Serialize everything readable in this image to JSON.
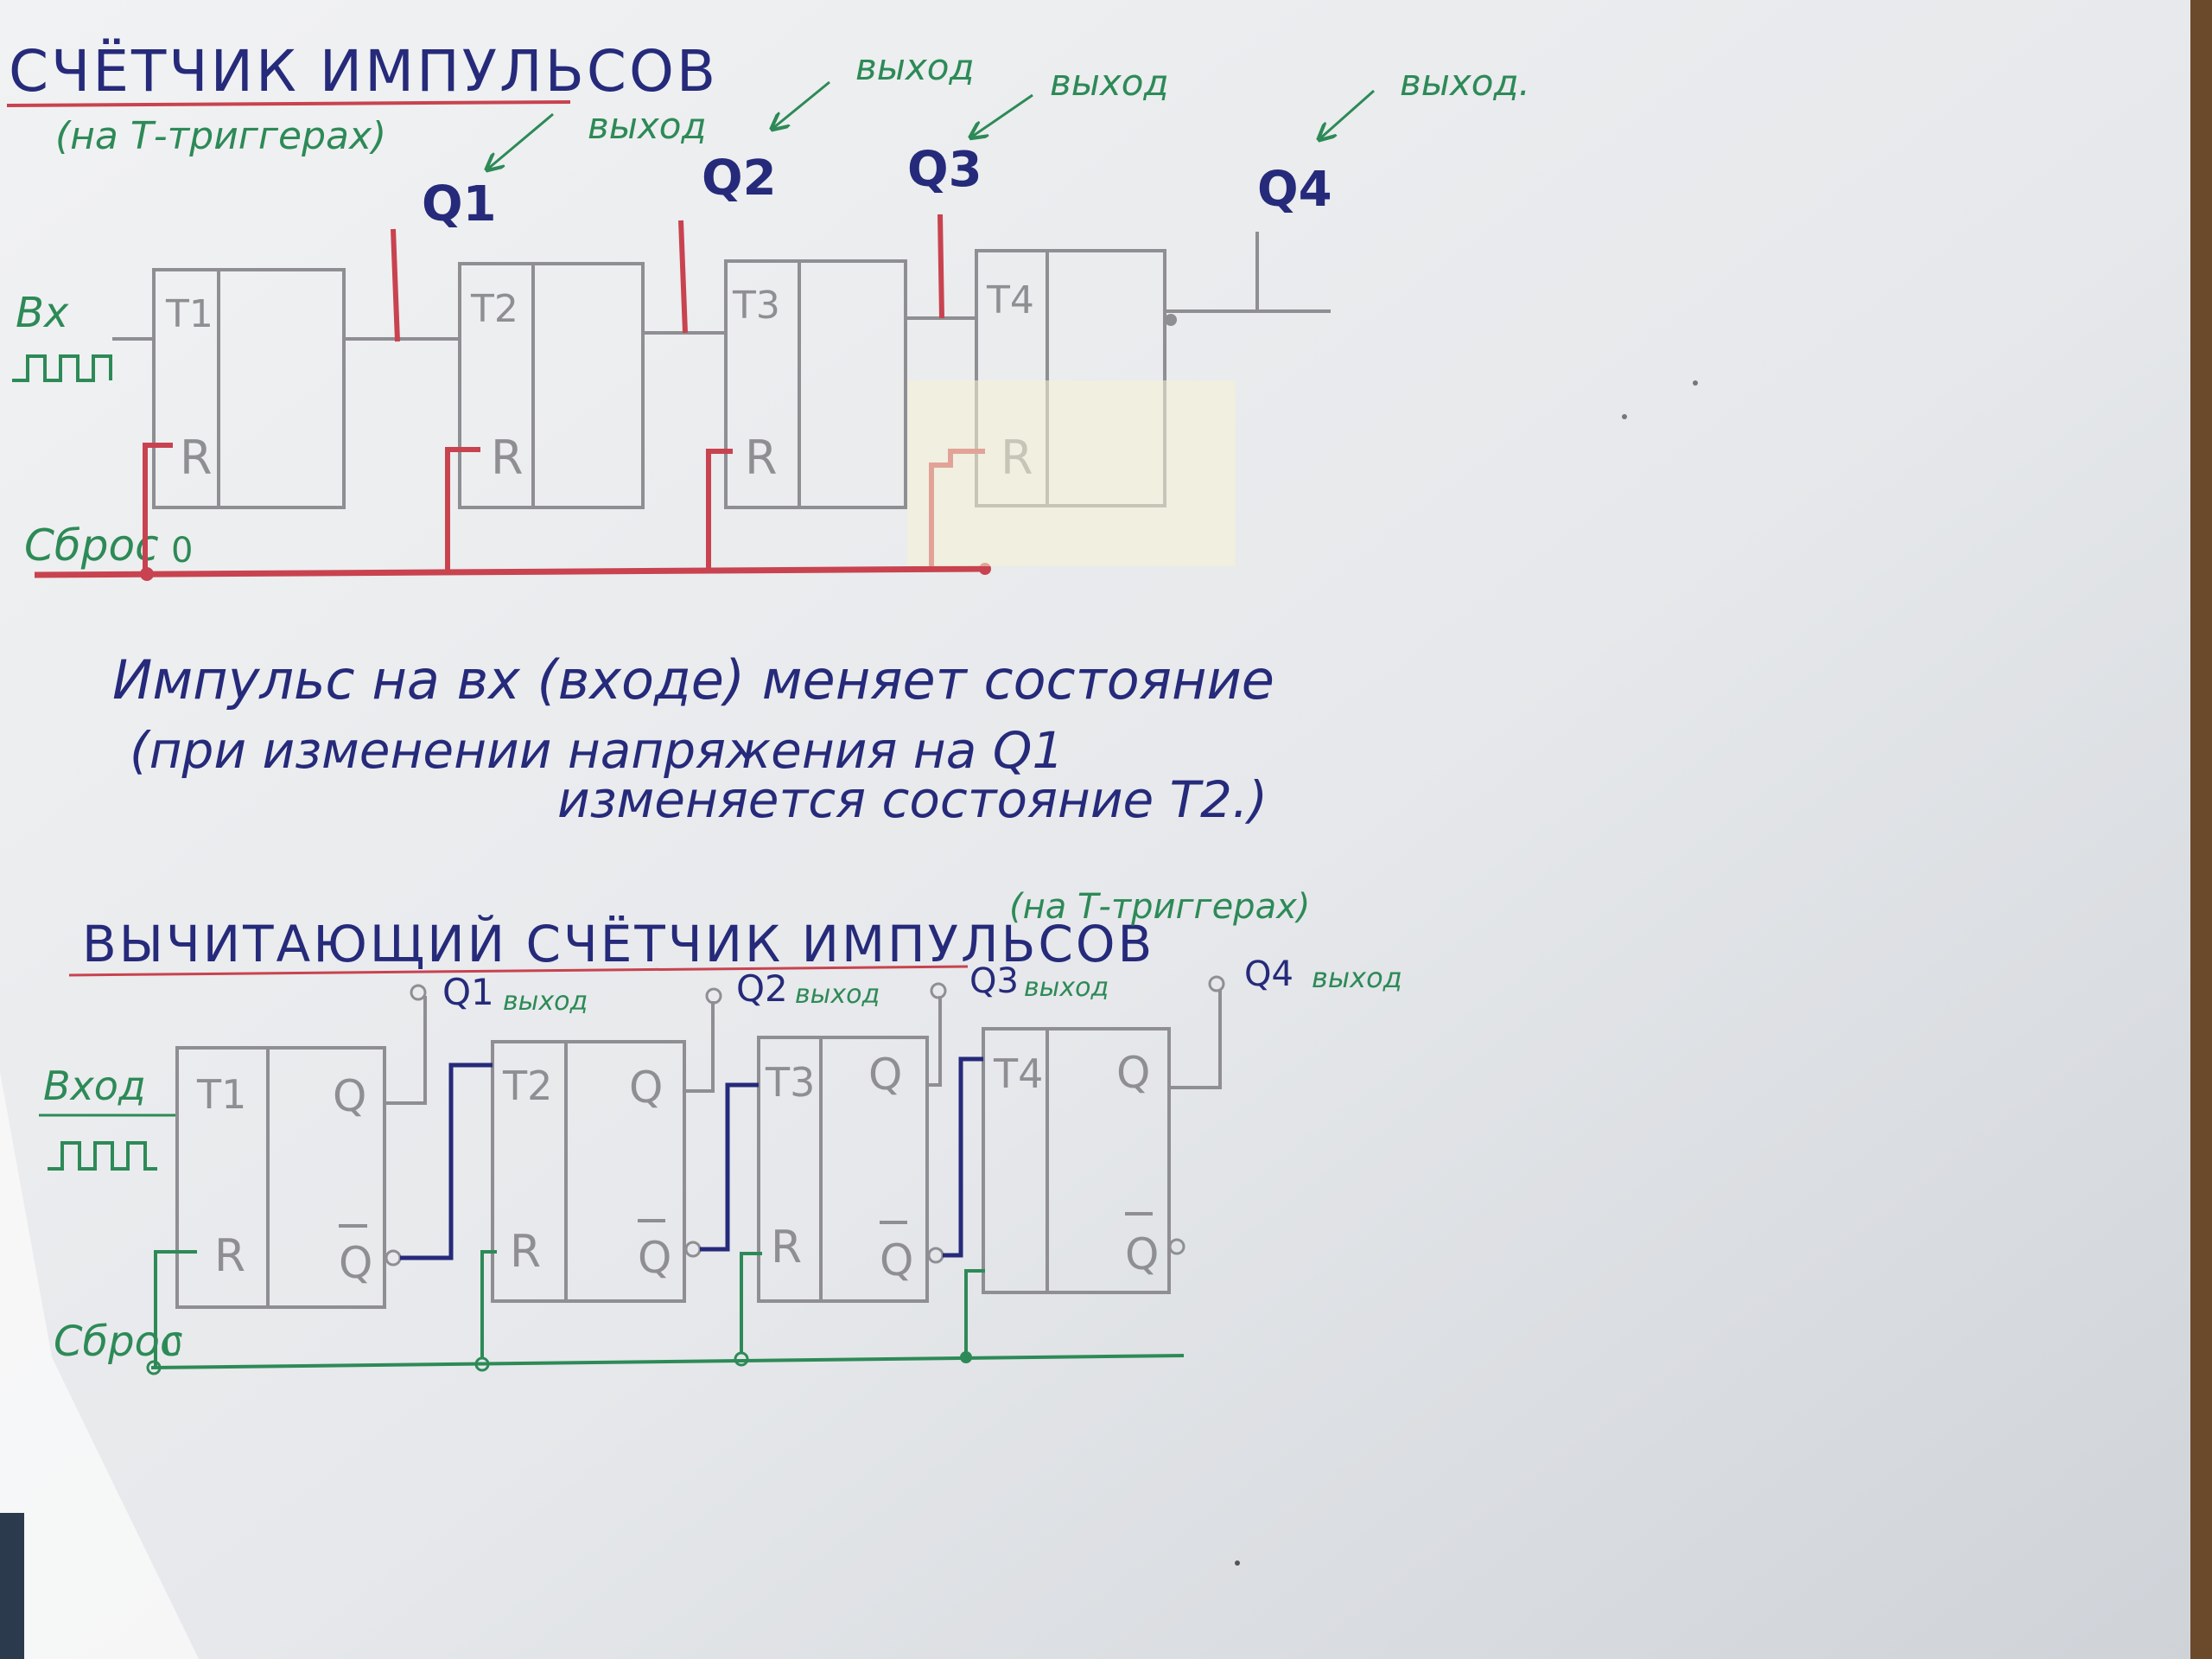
{
  "top": {
    "title": "СЧЁТЧИК ИМПУЛЬСОВ",
    "subtitle": "(на Т-триггерах)",
    "input_label": "Вх",
    "reset_label": "Сброс",
    "reset_zero": "0",
    "triggers": [
      {
        "label": "T1",
        "reset": "R"
      },
      {
        "label": "T2",
        "reset": "R"
      },
      {
        "label": "T3",
        "reset": "R"
      },
      {
        "label": "T4",
        "reset": "R"
      }
    ],
    "outputs": [
      {
        "name": "Q1",
        "note": "выход"
      },
      {
        "name": "Q2",
        "note": "выход"
      },
      {
        "name": "Q3",
        "note": "выход"
      },
      {
        "name": "Q4",
        "note": "выход."
      }
    ]
  },
  "note": {
    "line1": "Импульс на вх (входе) меняет состояние",
    "line2": "(при изменении напряжения на Q1",
    "line3": "изменяется состояние T2.)"
  },
  "bottom": {
    "title": "ВЫЧИТАЮЩИЙ СЧЁТЧИК ИМПУЛЬСОВ",
    "subtitle": "(на Т-триггерах)",
    "input_label": "Вход",
    "reset_label": "Сброс",
    "reset_zero": "0",
    "triggers": [
      {
        "label": "T1",
        "q": "Q",
        "qbar": "Q",
        "reset": "R"
      },
      {
        "label": "T2",
        "q": "Q",
        "qbar": "Q",
        "reset": "R"
      },
      {
        "label": "T3",
        "q": "Q",
        "qbar": "Q",
        "reset": "R"
      },
      {
        "label": "T4",
        "q": "Q",
        "qbar": "Q",
        "reset": ""
      }
    ],
    "outputs": [
      {
        "name": "Q1",
        "note": "выход"
      },
      {
        "name": "Q2",
        "note": "выход"
      },
      {
        "name": "Q3",
        "note": "выход"
      },
      {
        "name": "Q4",
        "note": "выход"
      }
    ]
  },
  "colors": {
    "paper": "#eceef0",
    "pencil": "#8e8e93",
    "red_ink": "#c8434f",
    "navy_ink": "#262a7a",
    "green_ink": "#2d8a57"
  }
}
